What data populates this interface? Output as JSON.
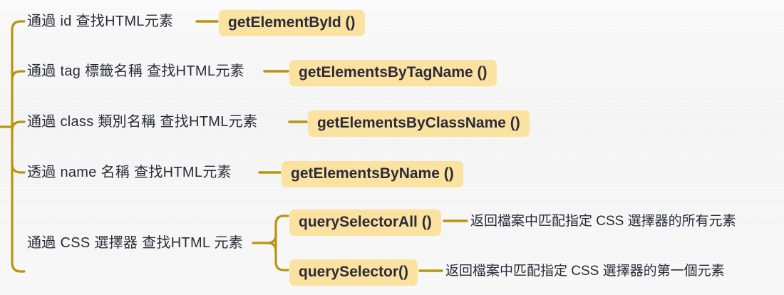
{
  "theme": {
    "background": "#f7f7f7",
    "badge_fill": "#fbe2a1",
    "connector": "#b8960c",
    "text": "#2b2b3a"
  },
  "diagram": {
    "type": "mind-map",
    "title": "",
    "rows": [
      {
        "label": "通過 id 查找HTML元素",
        "badge": "getElementById ()"
      },
      {
        "label": "通過 tag 標籤名稱 查找HTML元素",
        "badge": "getElementsByTagName ()"
      },
      {
        "label": "通過 class 類別名稱 查找HTML元素",
        "badge": "getElementsByClassName ()"
      },
      {
        "label": "透過 name 名稱 查找HTML元素",
        "badge": "getElementsByName ()"
      },
      {
        "label": "通過 CSS 選擇器 查找HTML 元素",
        "badge": "",
        "children": [
          {
            "badge": "querySelectorAll ()",
            "description": "返回檔案中匹配指定 CSS 選擇器的所有元素"
          },
          {
            "badge": "querySelector()",
            "description": "返回檔案中匹配指定 CSS 選擇器的第一個元素"
          }
        ]
      }
    ]
  }
}
